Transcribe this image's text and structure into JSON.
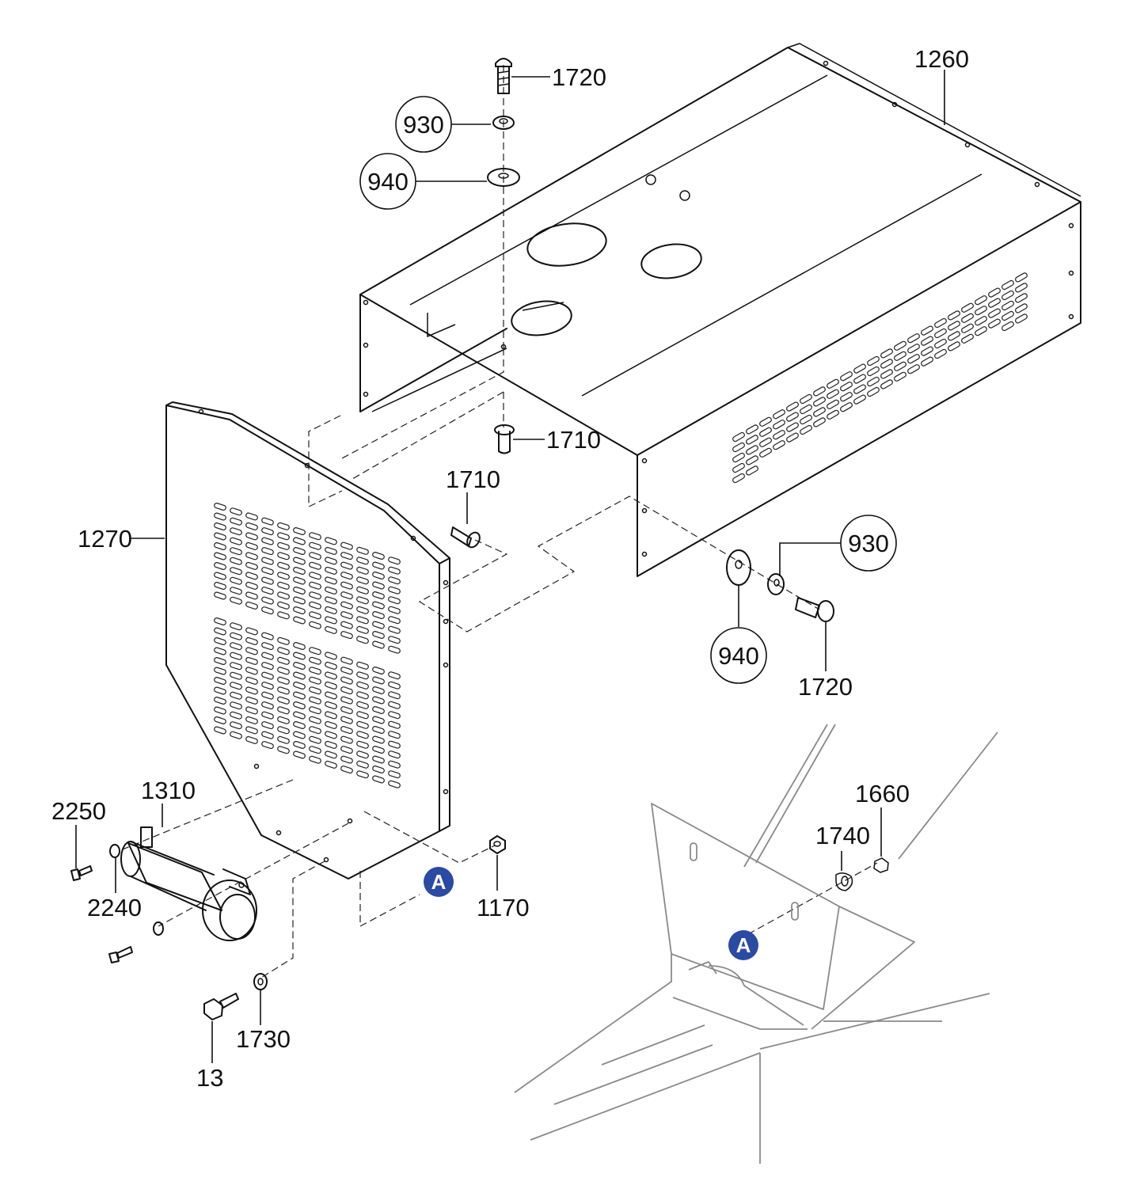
{
  "colors": {
    "line": "#111111",
    "faded": "#8a8a8a",
    "callout": "#2b4aa3"
  },
  "labels": {
    "p1260": "1260",
    "p1720_top": "1720",
    "p930_top": "930",
    "p940_top": "940",
    "p1710_a": "1710",
    "p1710_b": "1710",
    "p1270": "1270",
    "p930_right": "930",
    "p940_right": "940",
    "p1720_right": "1720",
    "p1310": "1310",
    "p2250": "2250",
    "p2240": "2240",
    "p1170": "1170",
    "p1730": "1730",
    "p13": "13",
    "p1660": "1660",
    "p1740": "1740",
    "callout_a1": "A",
    "callout_a2": "A"
  }
}
